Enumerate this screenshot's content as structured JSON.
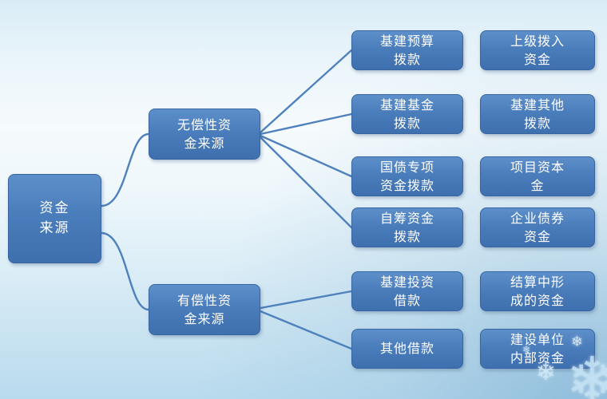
{
  "colors": {
    "node_fill": "#4a7dbb",
    "node_border": "#38649f",
    "connector": "#4f81bd",
    "background_top": "#d9ecf6",
    "background_bottom": "#b9dbee",
    "text": "#ffffff"
  },
  "root": {
    "label": "资金\n来源"
  },
  "branches": [
    {
      "label": "无偿性资\n金来源"
    },
    {
      "label": "有偿性资\n金来源"
    }
  ],
  "col3": [
    {
      "label": "基建预算\n拨款"
    },
    {
      "label": "基建基金\n拨款"
    },
    {
      "label": "国债专项\n资金拨款"
    },
    {
      "label": "自筹资金\n拨款"
    },
    {
      "label": "基建投资\n借款"
    },
    {
      "label": "其他借款"
    }
  ],
  "col4": [
    {
      "label": "上级拨入\n资金"
    },
    {
      "label": "基建其他\n拨款"
    },
    {
      "label": "项目资本\n金"
    },
    {
      "label": "企业债券\n资金"
    },
    {
      "label": "结算中形\n成的资金"
    },
    {
      "label": "建设单位\n内部资金"
    }
  ],
  "decor": {
    "snowflake_glyph": "❄"
  }
}
